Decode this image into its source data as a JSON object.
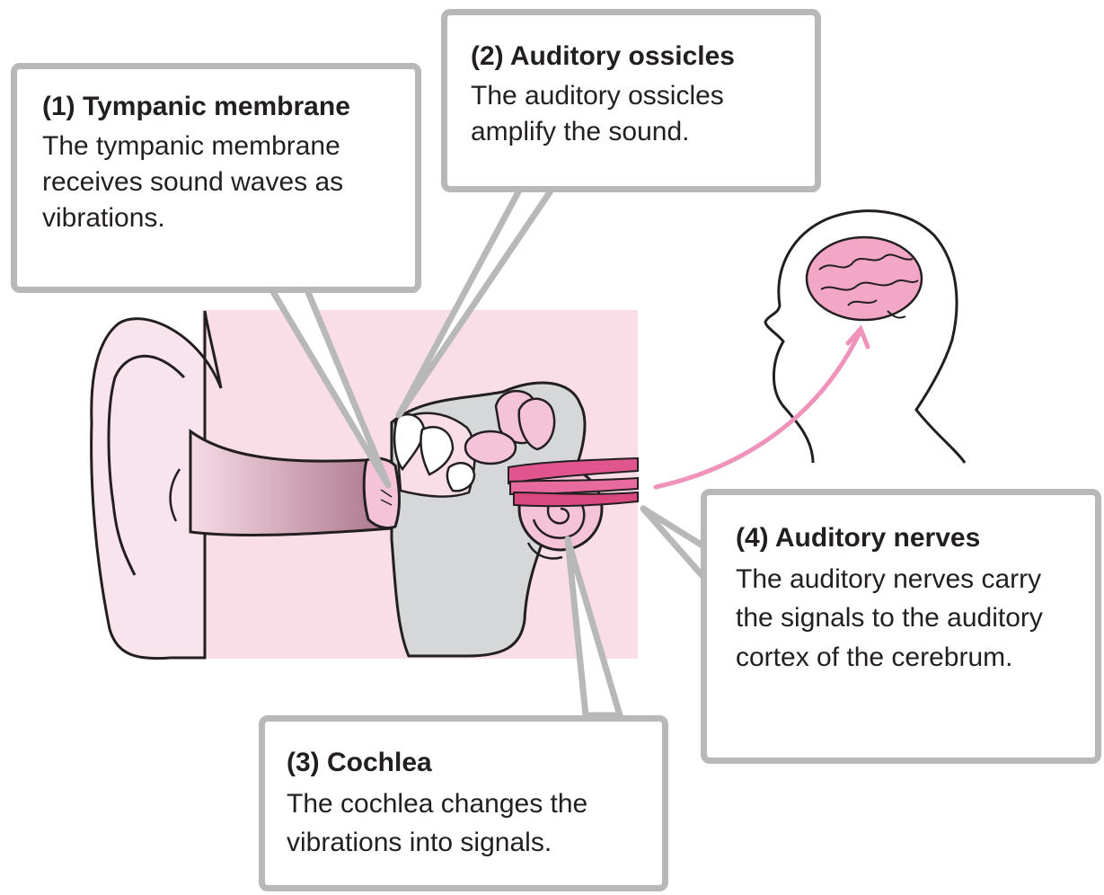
{
  "callouts": [
    {
      "title": "(1) Tympanic membrane",
      "description": "The tympanic membrane receives sound waves as vibrations."
    },
    {
      "title": "(2) Auditory ossicles",
      "description": "The auditory ossicles amplify the sound."
    },
    {
      "title": "(3) Cochlea",
      "description": "The cochlea changes the vibrations into signals."
    },
    {
      "title": "(4) Auditory nerves",
      "description": "The auditory nerves carry the signals to the auditory cortex of the cerebrum."
    }
  ],
  "colors": {
    "panel_pink": "#f9dee8",
    "tissue_pink": "#f4c3d8",
    "nerve_pink": "#e0558d",
    "arrow_pink": "#ef93bb",
    "bone_gray": "#d6d7d8",
    "callout_border": "#b8b8b9",
    "outline": "#231f20"
  },
  "icons": [
    "ear-cross-section-illustration",
    "head-with-brain-icon",
    "signal-arrow"
  ]
}
